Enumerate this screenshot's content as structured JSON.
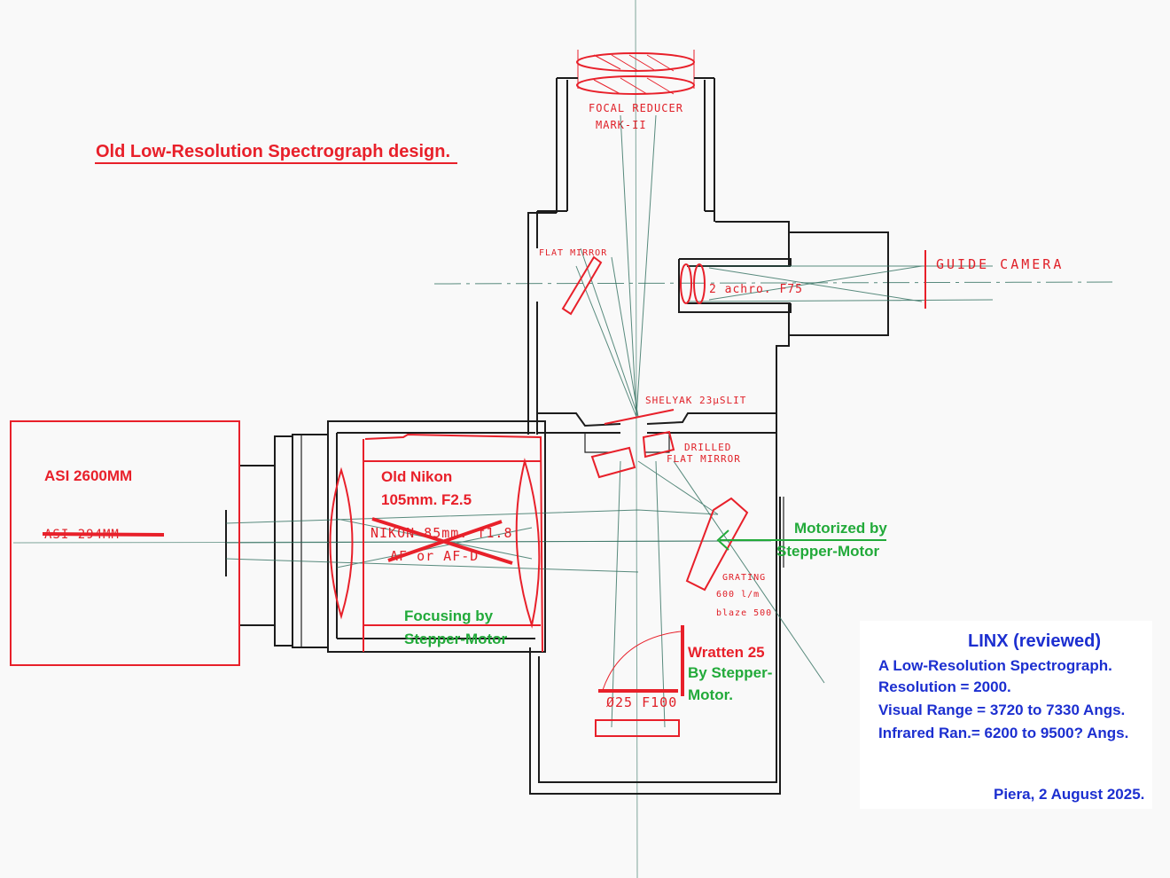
{
  "title": "Old Low-Resolution Spectrograph design.",
  "camera": {
    "label": "ASI 2600MM",
    "old_label_struck": "ASI 294MM"
  },
  "lens": {
    "new_line1": "Old Nikon",
    "new_line2": "105mm. F2.5",
    "old_line1": "NIKON 85mm. f1.8",
    "old_line2": "AF or AF-D",
    "focus_line1": "Focusing by",
    "focus_line2": "Stepper-Motor"
  },
  "focal_reducer": {
    "line1": "FOCAL REDUCER",
    "line2": "MARK-II"
  },
  "flat_mirror": "FLAT MIRROR",
  "achro": "2 achro. F75",
  "guide_camera": "GUIDE CAMERA",
  "slit": "SHELYAK 23µSLIT",
  "drilled_mirror": {
    "line1": "DRILLED",
    "line2": "FLAT MIRROR"
  },
  "grating": {
    "line1": "GRATING",
    "line2": "600 l/m",
    "line3": "blaze 500",
    "motor_line1": "Motorized by",
    "motor_line2": "Stepper-Motor"
  },
  "filter": {
    "line1": "Wratten 25",
    "line2": "By Stepper-",
    "line3": "Motor.",
    "mirror_label": "Ø25 F100"
  },
  "info": {
    "title": "LINX  (reviewed)",
    "line1": "A Low-Resolution Spectrograph.",
    "line2": "Resolution = 2000.",
    "line3": "Visual Range = 3720 to 7330 Angs.",
    "line4": "Infrared  Ran.= 6200 to 9500? Angs.",
    "signature": "Piera, 2 August 2025."
  },
  "colors": {
    "annotation_red": "#e8202a",
    "annotation_green": "#22aa3a",
    "info_blue": "#1c2fd0",
    "ink": "#1c1c1c",
    "ray": "#2f6e5e"
  }
}
